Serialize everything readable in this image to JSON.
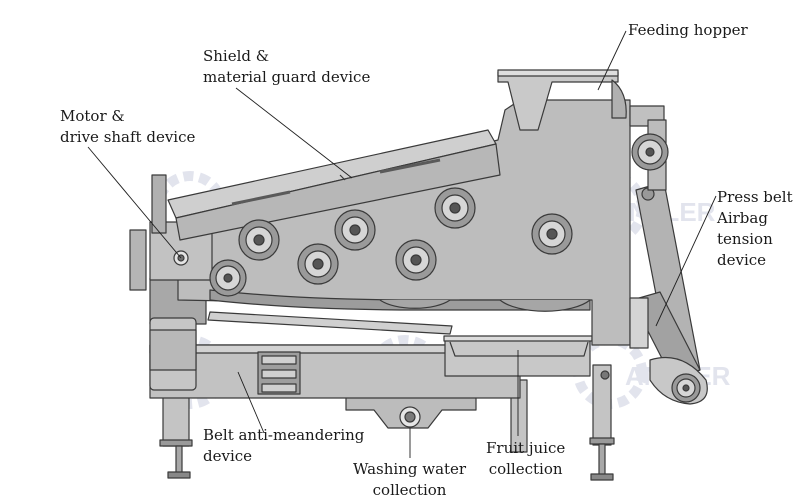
{
  "watermark": "ANTLER",
  "colors": {
    "metal": "#bdbdbd",
    "metal_dark": "#8f8f8f",
    "outline": "#3a3a3a",
    "watermark": "#d9dbe8",
    "label_text": "#1a1a1a"
  },
  "labels": {
    "feeding_hopper": {
      "lines": [
        "Feeding hopper"
      ]
    },
    "shield_guard": {
      "lines": [
        "Shield &",
        "material guard device"
      ]
    },
    "motor_drive": {
      "lines": [
        "Motor &",
        "drive shaft device"
      ]
    },
    "press_belt": {
      "lines": [
        "Press belt",
        "Airbag",
        "tension",
        "device"
      ]
    },
    "belt_anti": {
      "lines": [
        "Belt anti-meandering",
        "device"
      ]
    },
    "fruit_juice": {
      "lines": [
        "Fruit juice",
        "collection"
      ]
    },
    "washing_water": {
      "lines": [
        "Washing water",
        "collection"
      ]
    }
  }
}
